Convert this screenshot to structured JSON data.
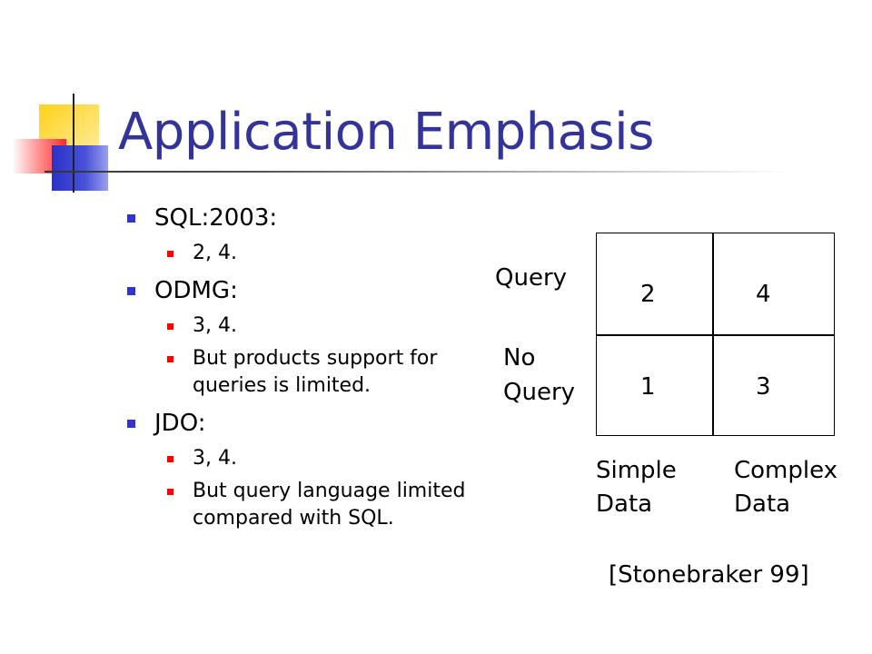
{
  "title": "Application Emphasis",
  "bullets": [
    {
      "label": "SQL:2003:",
      "sub": [
        "2, 4."
      ]
    },
    {
      "label": "ODMG:",
      "sub": [
        "3, 4.",
        "But products support for queries is limited."
      ]
    },
    {
      "label": "JDO:",
      "sub": [
        "3, 4.",
        "But query language limited compared with SQL."
      ]
    }
  ],
  "matrix": {
    "row_query": "Query",
    "row_no_query_1": "No",
    "row_no_query_2": "Query",
    "cells": {
      "top_left": "2",
      "top_right": "4",
      "bottom_left": "1",
      "bottom_right": "3"
    },
    "col_simple_1": "Simple",
    "col_simple_2": "Data",
    "col_complex_1": "Complex",
    "col_complex_2": "Data"
  },
  "citation": "[Stonebraker 99]",
  "colors": {
    "title": "#333399",
    "level1_marker": "#3333cc",
    "level2_marker": "#ff0000"
  }
}
